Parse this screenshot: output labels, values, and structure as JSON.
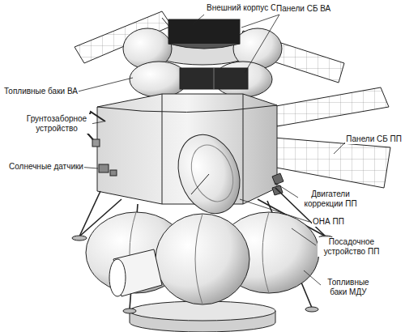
{
  "diagram": {
    "labels": [
      "Внешний корпус СА",
      "Панели СБ ВА",
      "Топливные баки ВА",
      "Грунтозаборное устройство",
      "Солнечные датчики",
      "Панели СБ ПП",
      "Двигатели коррекции ПП",
      "ОНА ПП",
      "Посадочное устройство ПП",
      "Топливные баки МДУ"
    ]
  }
}
